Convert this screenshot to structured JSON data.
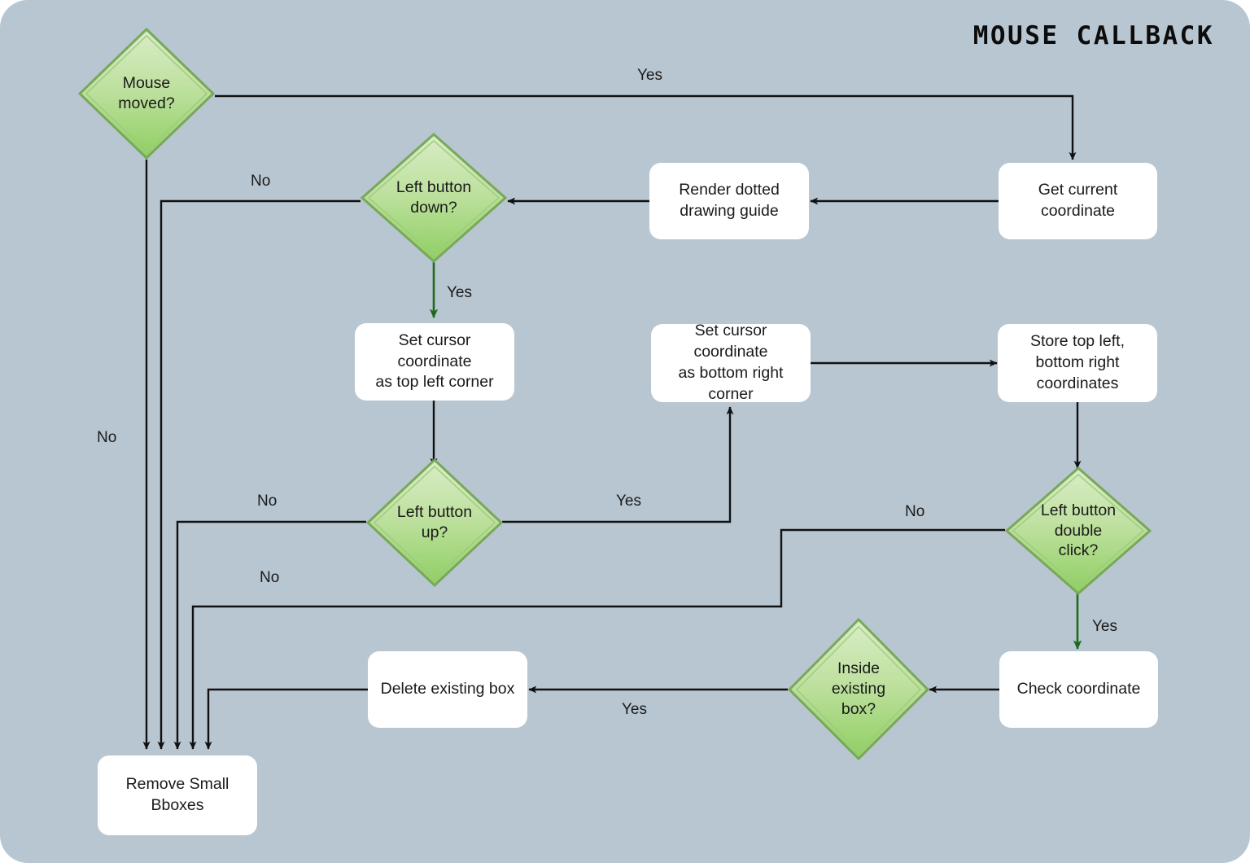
{
  "diagram": {
    "title": "MOUSE  CALLBACK",
    "background_color": "#b8c6d1",
    "process_fill": "#ffffff",
    "decision_fill_top": "#cfe6b9",
    "decision_fill_bottom": "#8fcf62",
    "decision_stroke": "#79a85a",
    "edge_color": "#111111",
    "green_edge_color": "#1d6b1d"
  },
  "nodes": {
    "mouse_moved": "Mouse\nmoved?",
    "mouse_moved_line1": "Mouse",
    "mouse_moved_line2": "moved?",
    "get_current_coordinate": "Get current\ncoordinate",
    "render_dotted_guide": "Render dotted\ndrawing guide",
    "left_button_down": "Left button\ndown?",
    "set_top_left": "Set cursor coordinate\nas top left corner",
    "left_button_up": "Left button\nup?",
    "set_bottom_right": "Set cursor coordinate\nas bottom right\ncorner",
    "store_coordinates": "Store top left,\nbottom right\ncoordinates",
    "left_button_double_click": "Left button\ndouble\nclick?",
    "check_coordinate": "Check coordinate",
    "inside_existing_box": "Inside\nexisting\nbox?",
    "delete_existing_box": "Delete existing box",
    "remove_small_bboxes": "Remove Small\nBboxes"
  },
  "edge_labels": {
    "mouse_moved_yes": "Yes",
    "mouse_moved_no": "No",
    "left_button_down_no": "No",
    "left_button_down_yes": "Yes",
    "left_button_up_no": "No",
    "left_button_up_yes": "Yes",
    "double_click_no": "No",
    "double_click_yes": "Yes",
    "inside_box_no": "No",
    "inside_box_yes": "Yes"
  }
}
